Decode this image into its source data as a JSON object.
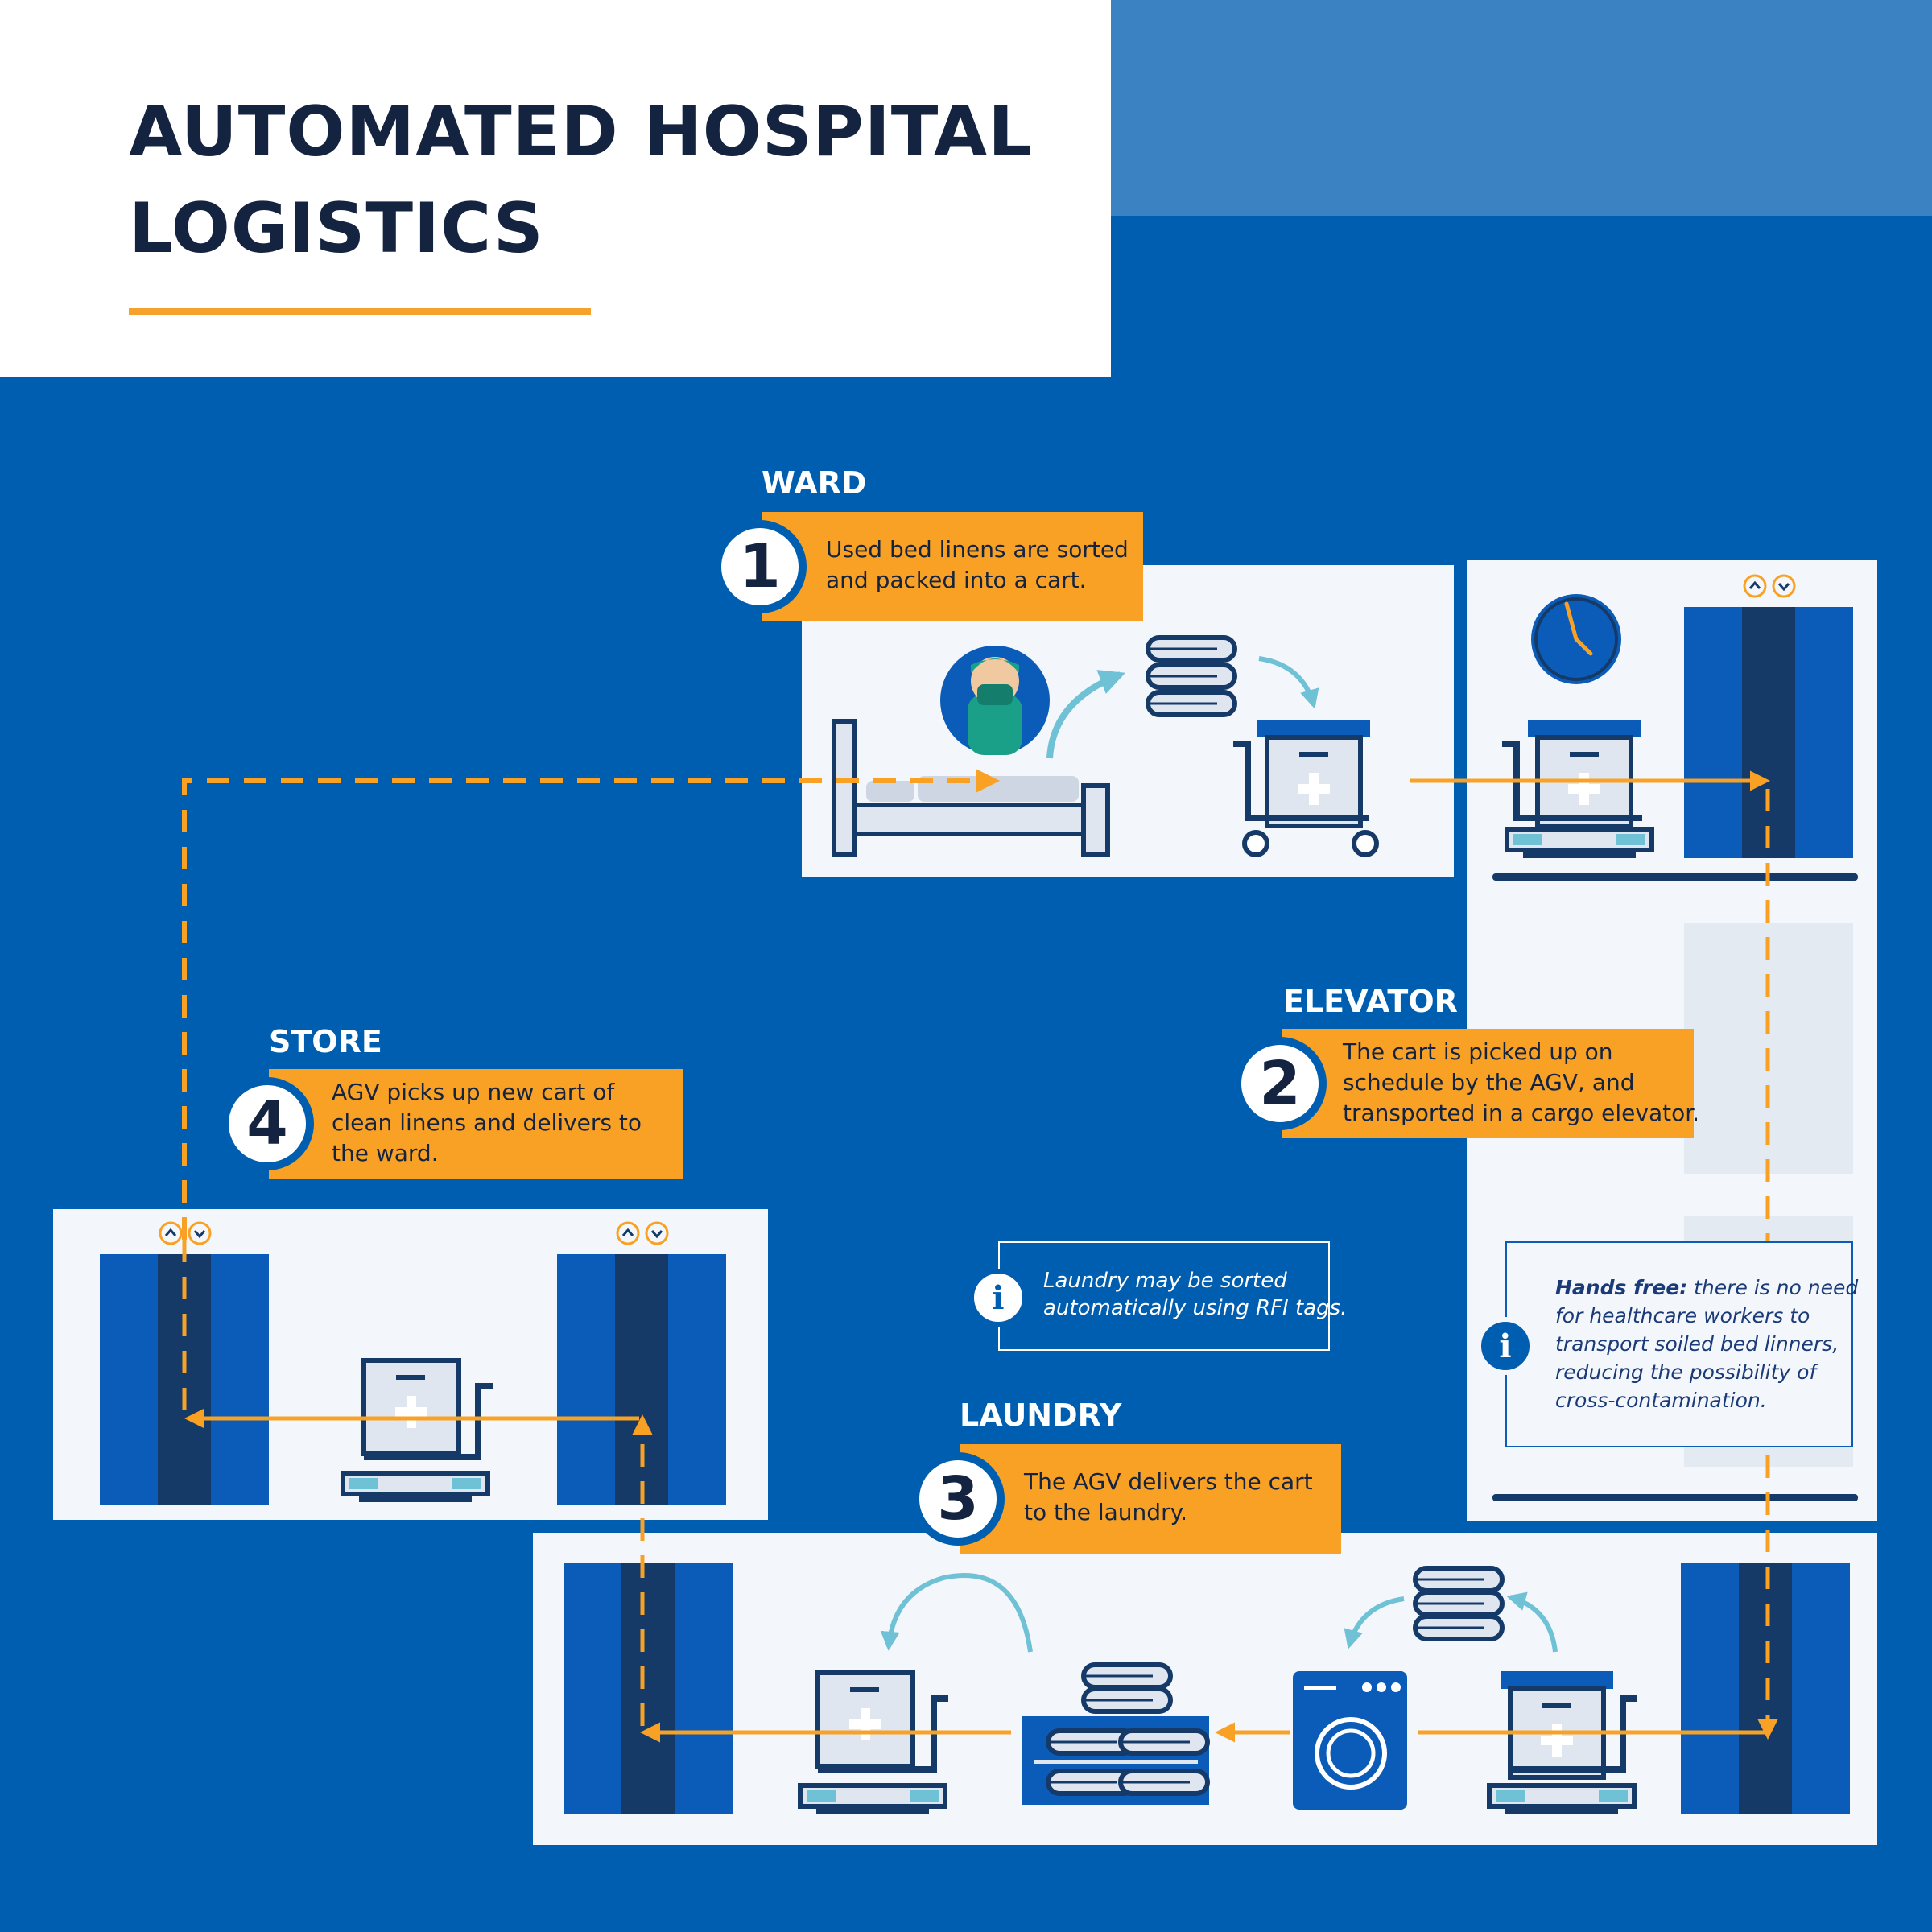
{
  "title": {
    "line1": "AUTOMATED HOSPITAL",
    "line2": "LOGISTICS"
  },
  "colors": {
    "background": "#005eb0",
    "accent": "#f8a125",
    "navy": "#14233f",
    "panel": "#f3f7fb",
    "light_blue": "#3a82c2",
    "teal_arrow": "#6fc1d6"
  },
  "steps": [
    {
      "number": "1",
      "label": "WARD",
      "lines": [
        "Used bed linens are sorted",
        "and packed into a cart."
      ]
    },
    {
      "number": "2",
      "label": "ELEVATOR",
      "lines": [
        "The cart is picked up on",
        "schedule by the AGV, and",
        "transported in a cargo elevator."
      ]
    },
    {
      "number": "3",
      "label": "LAUNDRY",
      "lines": [
        "The AGV delivers the cart",
        "to the laundry."
      ]
    },
    {
      "number": "4",
      "label": "STORE",
      "lines": [
        "AGV picks up new cart of",
        "clean linens and delivers to",
        "the ward."
      ]
    }
  ],
  "notes": {
    "rfid": {
      "icon": "info-icon",
      "lines": [
        "Laundry may be sorted",
        "automatically using RFI tags."
      ]
    },
    "hands_free": {
      "icon": "info-icon",
      "bold": "Hands free:",
      "lines_first_rest": " there is no need",
      "lines": [
        "for healthcare workers to",
        "transport soiled bed linners,",
        "reducing the possibility of",
        "cross-contamination."
      ]
    }
  },
  "icons": [
    "nurse-avatar-icon",
    "hospital-bed-icon",
    "folded-linens-icon",
    "linen-cart-icon",
    "clock-icon",
    "elevator-icon",
    "washing-machine-icon",
    "linen-shelf-icon",
    "agv-cart-icon"
  ]
}
